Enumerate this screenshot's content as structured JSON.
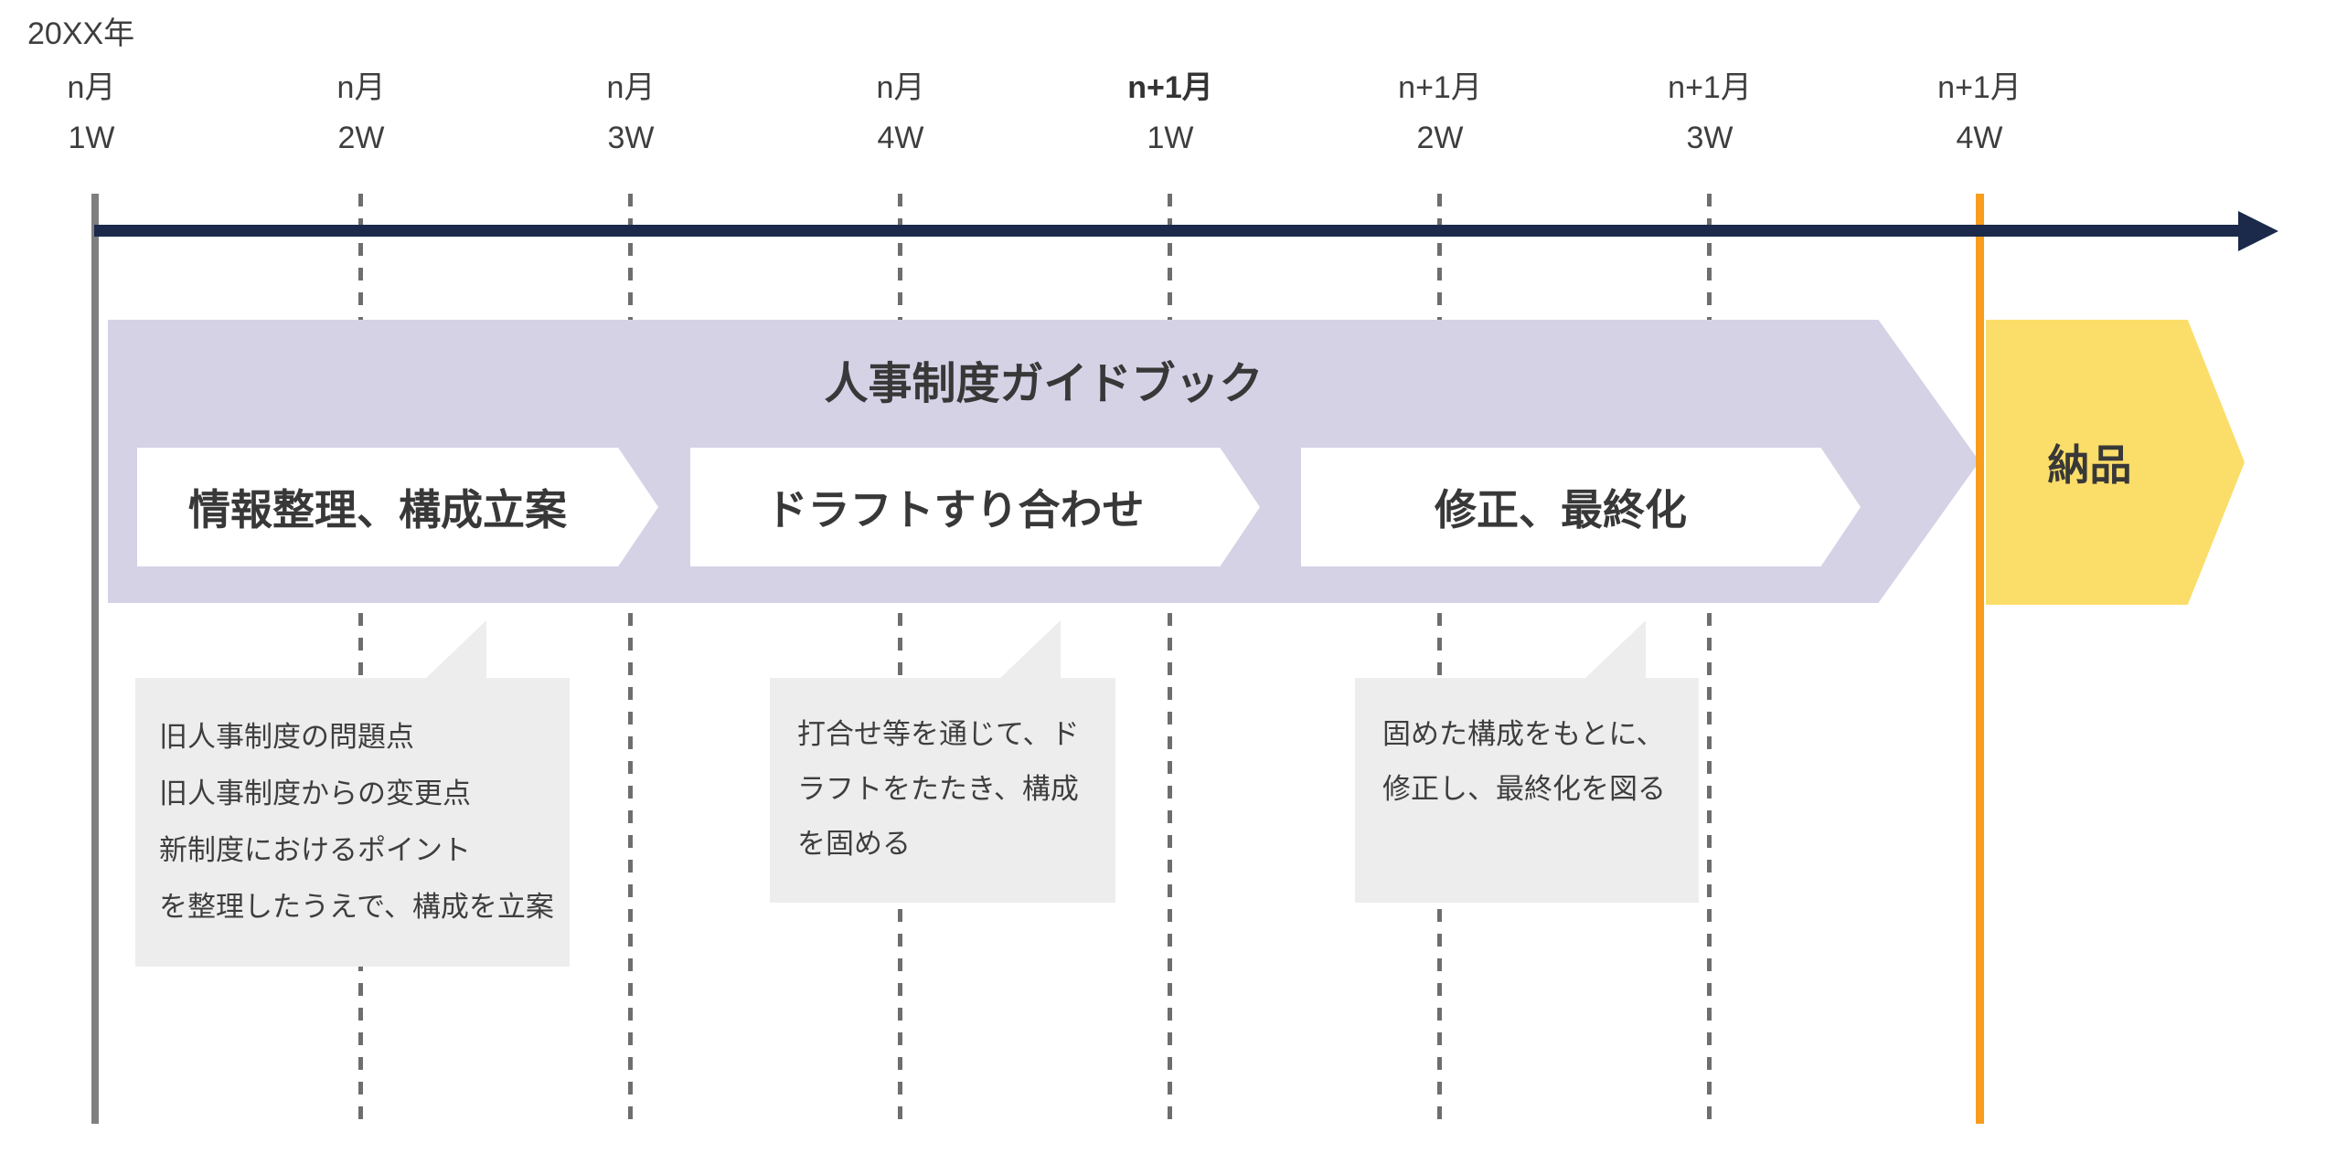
{
  "year_label": "20XX年",
  "timeline": {
    "columns": [
      {
        "month": "n月",
        "week": "1W"
      },
      {
        "month": "n月",
        "week": "2W"
      },
      {
        "month": "n月",
        "week": "3W"
      },
      {
        "month": "n月",
        "week": "4W"
      },
      {
        "month": "n+1月",
        "week": "1W"
      },
      {
        "month": "n+1月",
        "week": "2W"
      },
      {
        "month": "n+1月",
        "week": "3W"
      },
      {
        "month": "n+1月",
        "week": "4W"
      }
    ]
  },
  "band": {
    "label": "人事制度ガイドブック"
  },
  "phases": [
    {
      "label": "情報整理、構成立案",
      "note": [
        "旧人事制度の問題点",
        "旧人事制度からの変更点",
        "新制度におけるポイント",
        "を整理したうえで、構成を立案"
      ]
    },
    {
      "label": "ドラフトすり合わせ",
      "note": [
        "打合せ等を通じて、ド",
        "ラフトをたたき、構成",
        "を固める"
      ]
    },
    {
      "label": "修正、最終化",
      "note": [
        "固めた構成をもとに、",
        "修正し、最終化を図る"
      ]
    }
  ],
  "delivery": {
    "label": "納品"
  },
  "colors": {
    "band_fill": "#d5d2e6",
    "phase_fill": "#ffffff",
    "delivery_fill": "#fbdd69",
    "milestone_line": "#f99d1c",
    "axis_arrow": "#1b294a",
    "start_line": "#7f7f7f",
    "gridline": "#6e6e6e",
    "callout_bg": "#ededed",
    "text": "#3e3e3e"
  }
}
